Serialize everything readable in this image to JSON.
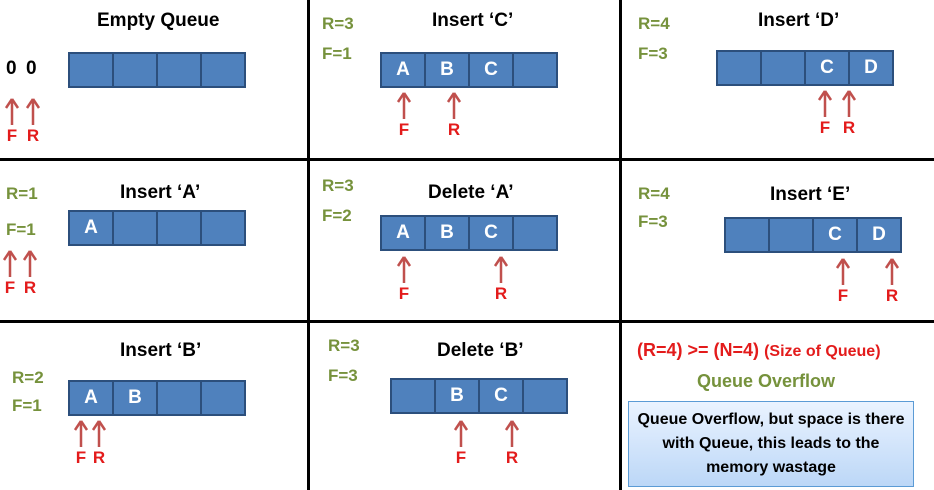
{
  "panels": [
    {
      "id": "empty",
      "title": "Empty Queue",
      "r_label": "",
      "f_label": "",
      "values": [
        "0",
        "0"
      ],
      "cells": [
        "",
        "",
        "",
        ""
      ],
      "pointers": [
        "F",
        "R"
      ]
    },
    {
      "id": "insert-c",
      "title": "Insert ‘C’",
      "r_label": "R=3",
      "f_label": "F=1",
      "cells": [
        "A",
        "B",
        "C",
        ""
      ],
      "pointers": [
        "F",
        "R"
      ]
    },
    {
      "id": "insert-d",
      "title": "Insert ‘D’",
      "r_label": "R=4",
      "f_label": "F=3",
      "cells": [
        "",
        "",
        "C",
        "D"
      ],
      "pointers": [
        "F",
        "R"
      ]
    },
    {
      "id": "insert-a",
      "title": "Insert ‘A’",
      "r_label": "R=1",
      "f_label": "F=1",
      "cells": [
        "A",
        "",
        "",
        ""
      ],
      "pointers": [
        "F",
        "R"
      ]
    },
    {
      "id": "delete-a",
      "title": "Delete ‘A’",
      "r_label": "R=3",
      "f_label": "F=2",
      "cells": [
        "A",
        "B",
        "C",
        ""
      ],
      "pointers": [
        "F",
        "R"
      ]
    },
    {
      "id": "insert-e",
      "title": "Insert ‘E’",
      "r_label": "R=4",
      "f_label": "F=3",
      "cells": [
        "",
        "",
        "C",
        "D"
      ],
      "pointers": [
        "F",
        "R"
      ]
    },
    {
      "id": "insert-b",
      "title": "Insert ‘B’",
      "r_label": "R=2",
      "f_label": "F=1",
      "cells": [
        "A",
        "B",
        "",
        ""
      ],
      "pointers": [
        "F",
        "R"
      ]
    },
    {
      "id": "delete-b",
      "title": "Delete ‘B’",
      "r_label": "R=3",
      "f_label": "F=3",
      "cells": [
        "",
        "B",
        "C",
        ""
      ],
      "pointers": [
        "F",
        "R"
      ]
    }
  ],
  "overflow": {
    "formula": "(R=4) >= (N=4)",
    "formula_note": "(Size of Queue)",
    "label": "Queue Overflow",
    "note": "Queue Overflow, but space is there with Queue, this leads to the memory wastage"
  },
  "colors": {
    "cell_fill": "#4f81bd",
    "cell_border": "#2c4f7c",
    "arrow": "#c0504d",
    "pointer_text": "#e31b1b",
    "variable_text": "#76923c"
  }
}
